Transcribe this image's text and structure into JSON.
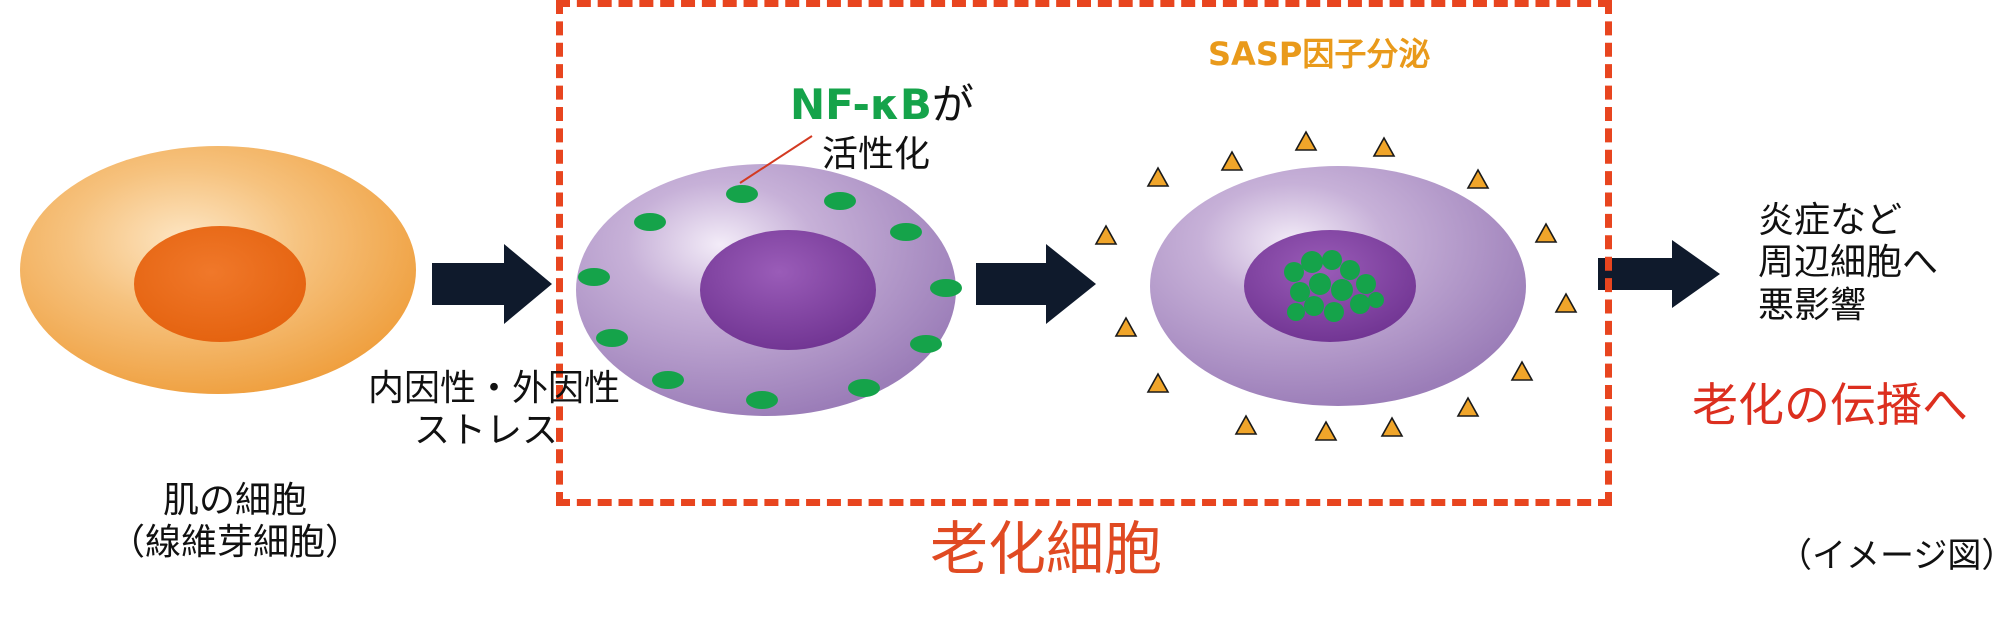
{
  "labels": {
    "skin_cell": "肌の細胞",
    "fibroblast": "（線維芽細胞）",
    "stress_line1": "内因性・外因性",
    "stress_line2": "ストレス",
    "nfkb_name": "NF-κB",
    "nfkb_suffix": "が",
    "activation": "活性化",
    "sasp": "SASP因子分泌",
    "effect_line1": "炎症など",
    "effect_line2": "周辺細胞へ",
    "effect_line3": "悪影響",
    "spread": "老化の伝播へ",
    "senescent_cell": "老化細胞",
    "image_note": "（イメージ図）"
  },
  "colors": {
    "fibroblast": "#f4b76a",
    "fibroblast_nucleus": "#e8650f",
    "senescent_cell": "#b59ac9",
    "senescent_nucleus": "#7a3d9c",
    "nfkb_green": "#15a34a",
    "sasp_orange": "#e99a1b",
    "dash_red": "#e8451f",
    "arrow": "#0f1a2c"
  },
  "icons": [
    "right-arrow-icon",
    "sasp-triangle-icon",
    "nfkb-dot-icon"
  ]
}
